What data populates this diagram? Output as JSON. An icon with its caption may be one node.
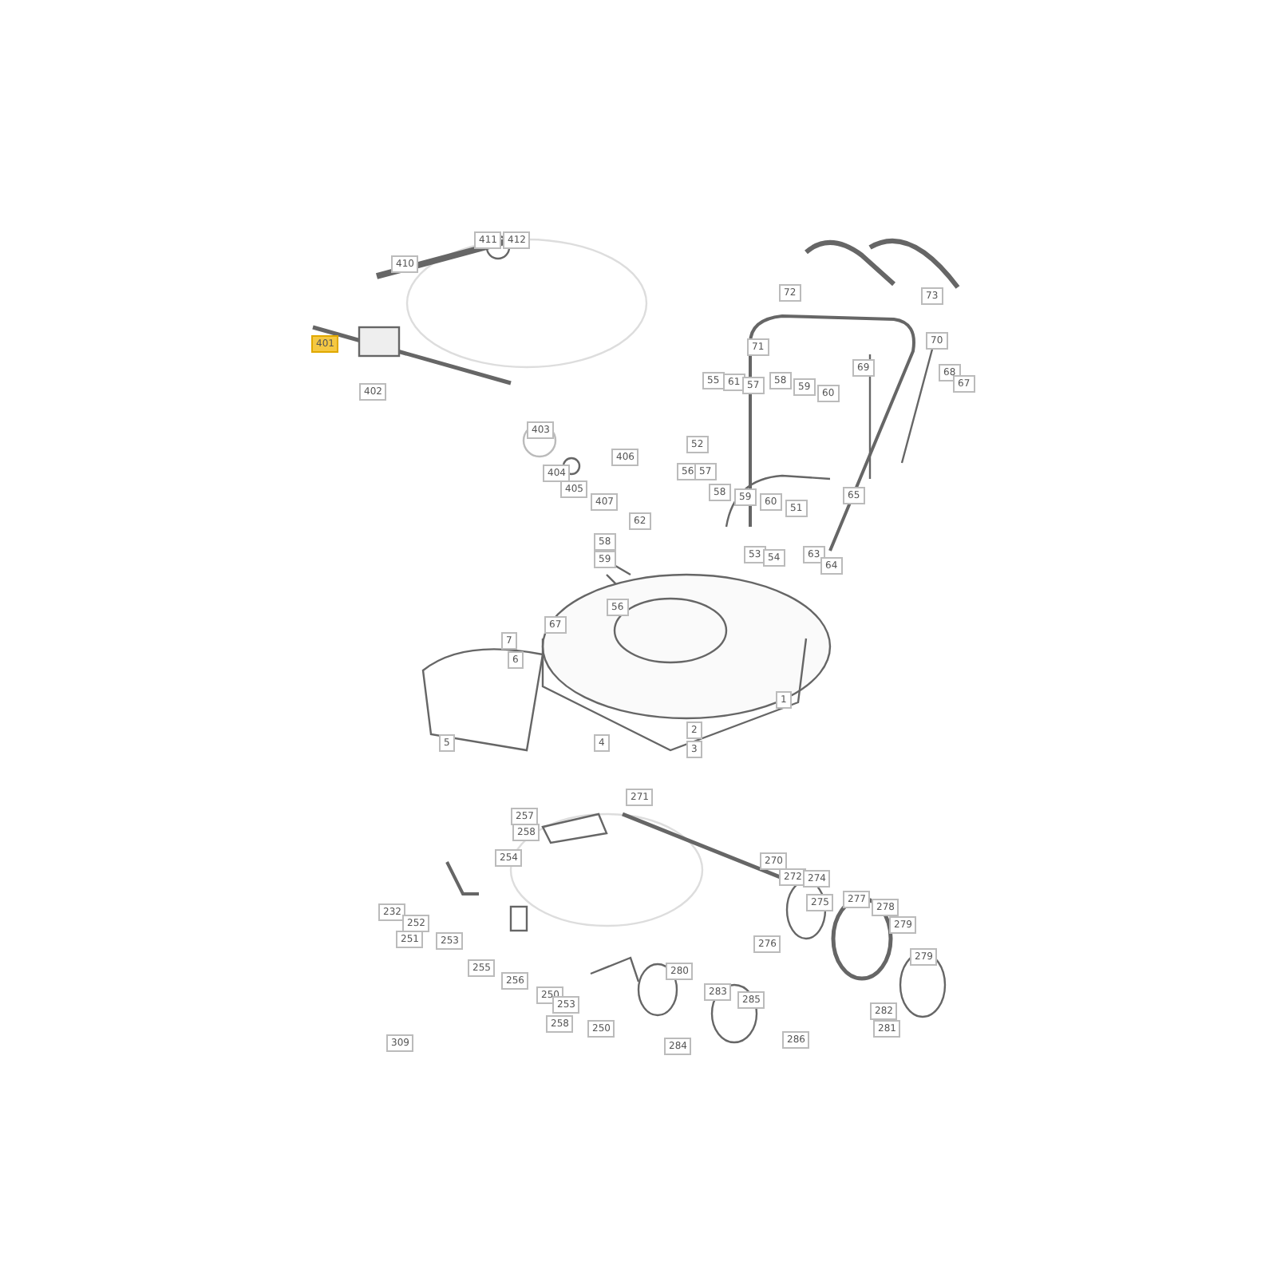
{
  "diagram": {
    "labels": [
      "411",
      "412",
      "410",
      "401",
      "402",
      "72",
      "73",
      "71",
      "70",
      "69",
      "55",
      "61",
      "57",
      "58",
      "59",
      "60",
      "68",
      "67",
      "403",
      "406",
      "404",
      "405",
      "407",
      "52",
      "56",
      "57",
      "58",
      "59",
      "60",
      "51",
      "65",
      "62",
      "53",
      "54",
      "63",
      "64",
      "58",
      "59",
      "56",
      "67",
      "7",
      "6",
      "2",
      "3",
      "1",
      "5",
      "4",
      "271",
      "257",
      "258",
      "254",
      "232",
      "252",
      "251",
      "253",
      "255",
      "256",
      "250",
      "253",
      "258",
      "250",
      "309",
      "270",
      "272",
      "274",
      "275",
      "276",
      "277",
      "278",
      "279",
      "279",
      "280",
      "283",
      "285",
      "282",
      "281",
      "284",
      "286"
    ]
  }
}
